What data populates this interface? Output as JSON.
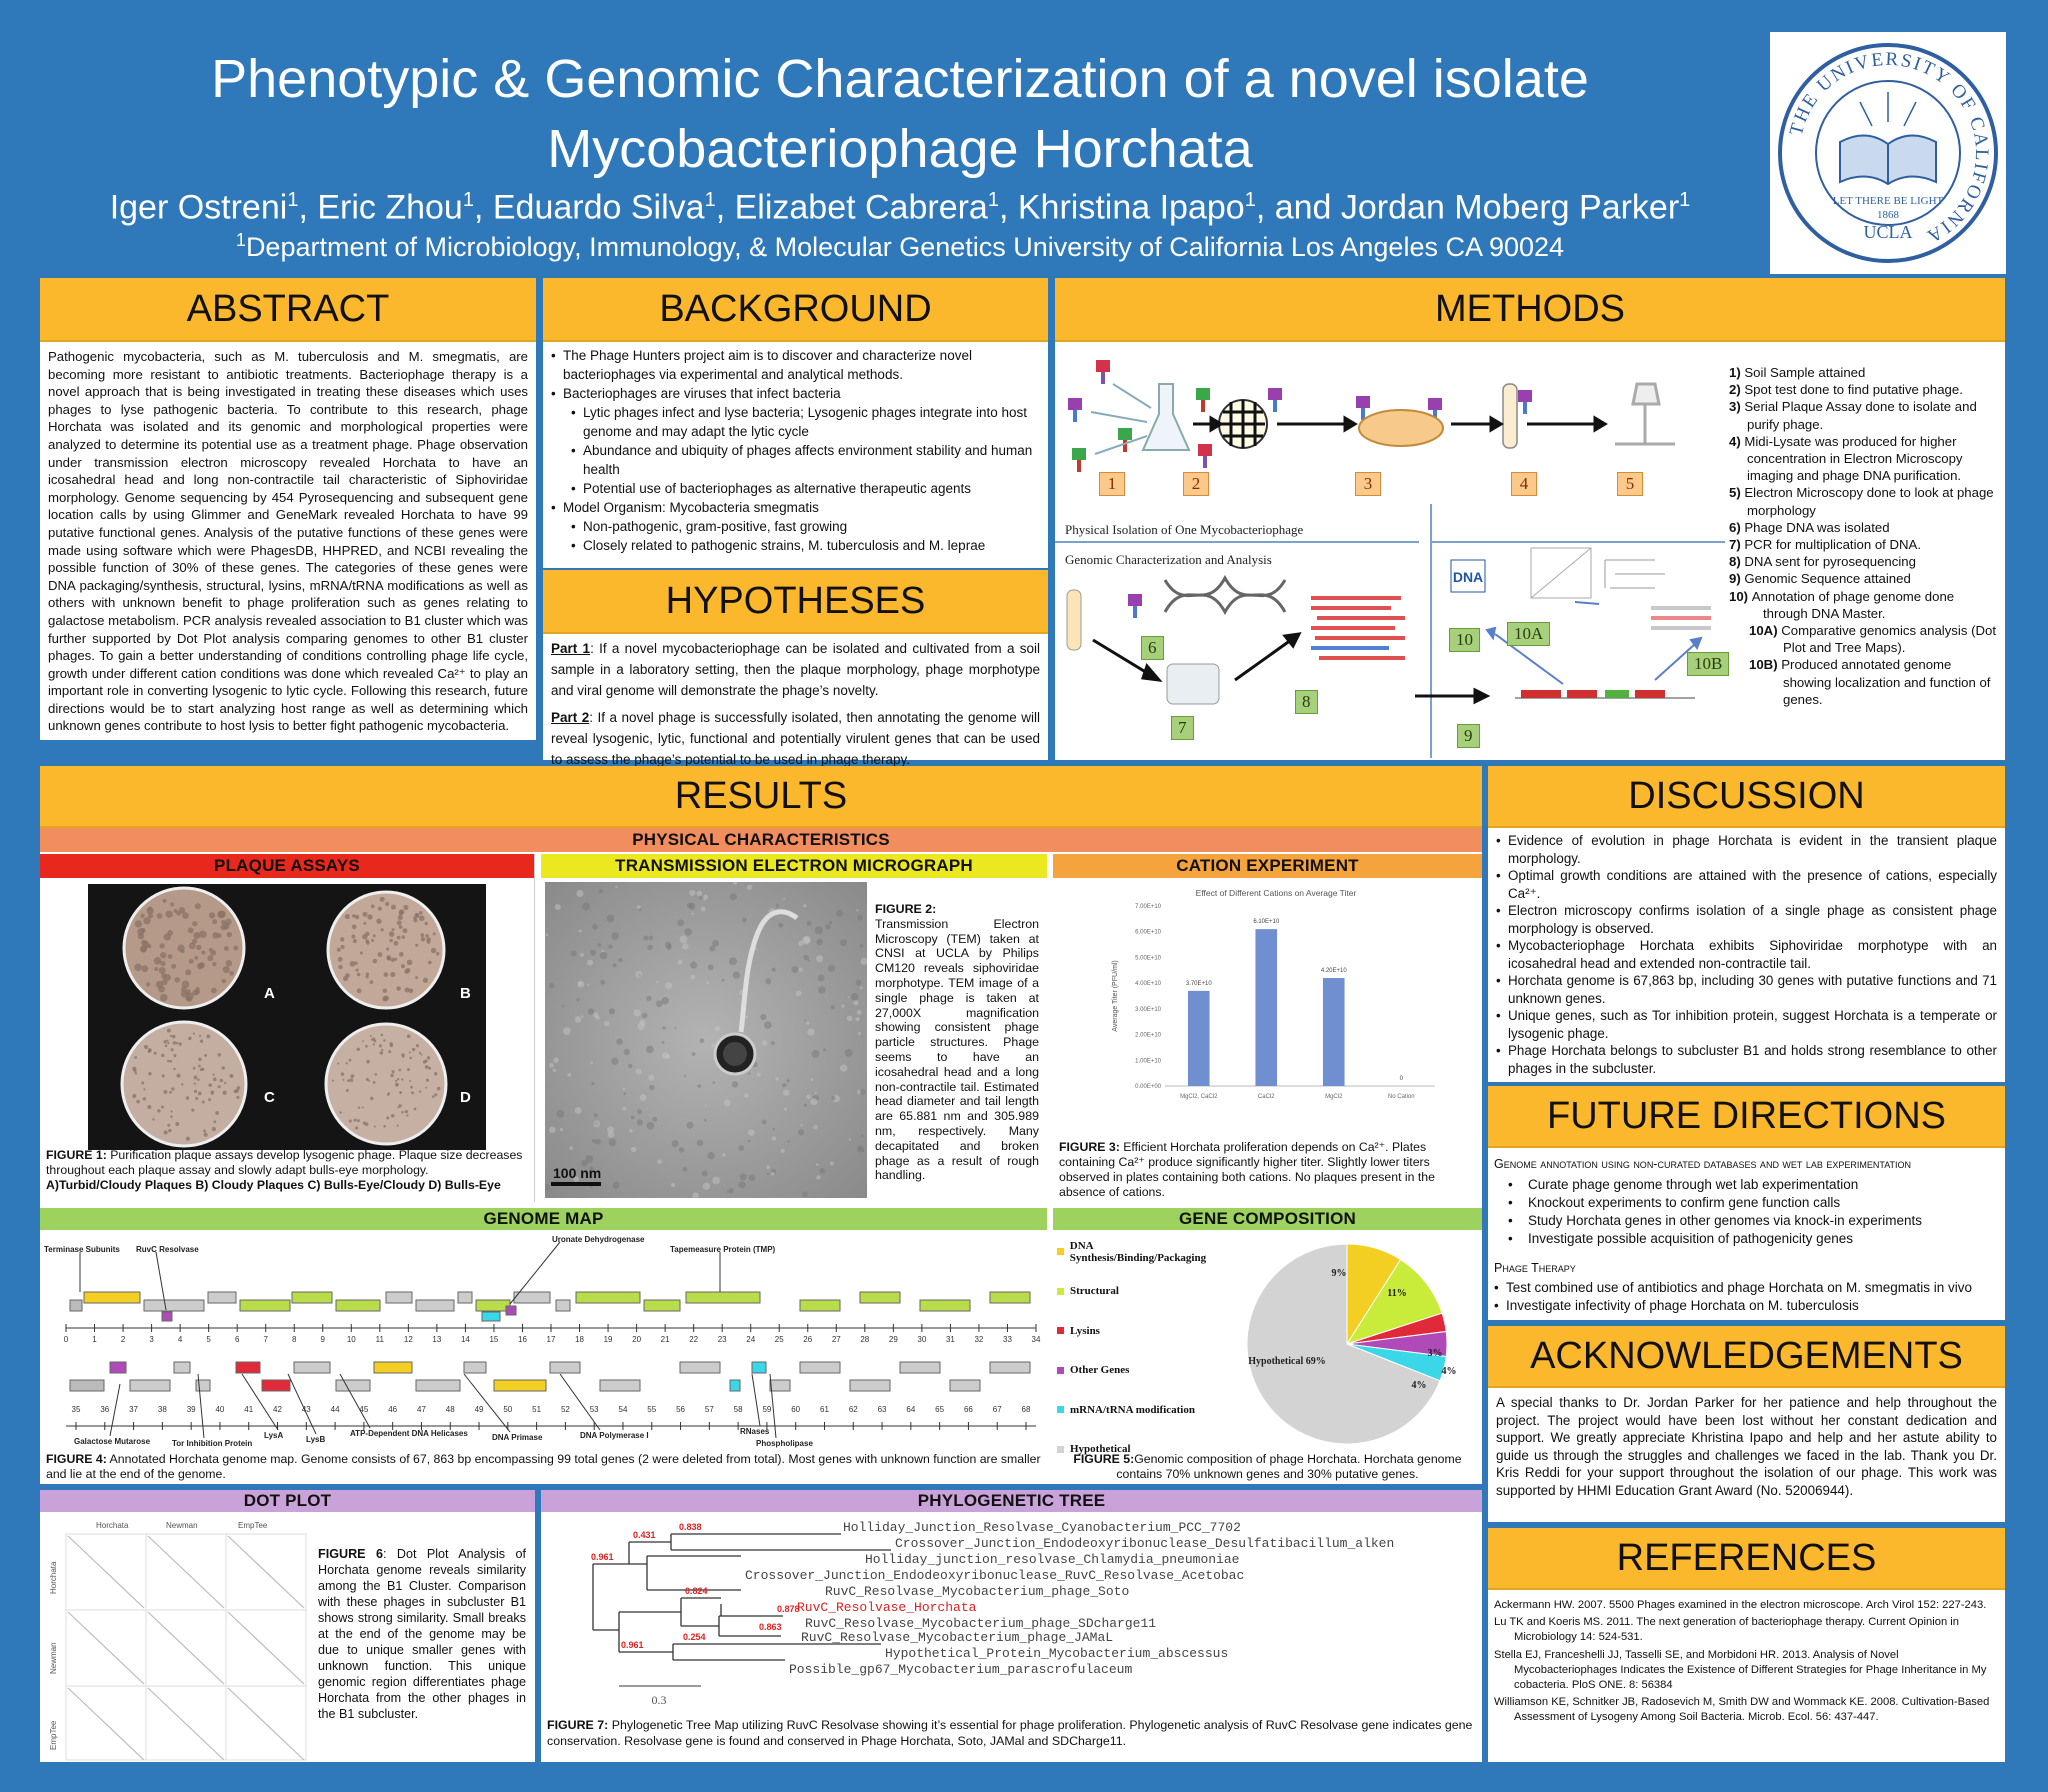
{
  "header": {
    "title_line1": "Phenotypic & Genomic Characterization of a novel isolate",
    "title_line2": "Mycobacteriophage Horchata",
    "authors": [
      {
        "name": "Iger Ostreni",
        "sup": "1",
        "sep": ", "
      },
      {
        "name": "Eric Zhou",
        "sup": "1",
        "sep": ", "
      },
      {
        "name": "Eduardo Silva",
        "sup": "1",
        "sep": ", "
      },
      {
        "name": "Elizabet Cabrera",
        "sup": "1",
        "sep": ", "
      },
      {
        "name": "Khristina Ipapo",
        "sup": "1",
        "sep": ", and "
      },
      {
        "name": "Jordan Moberg Parker",
        "sup": "1",
        "sep": ""
      }
    ],
    "affiliation_sup": "1",
    "affiliation": "Department of Microbiology, Immunology, & Molecular Genetics University of California Los Angeles CA 90024",
    "seal": {
      "ring": "THE UNIVERSITY OF CALIFORNIA",
      "motto": "LET THERE BE LIGHT",
      "year": "1868",
      "campus": "UCLA"
    }
  },
  "abstract": {
    "heading": "ABSTRACT",
    "text": "Pathogenic mycobacteria, such as M. tuberculosis and M. smegmatis, are becoming more resistant to antibiotic treatments. Bacteriophage therapy is a novel approach that is being investigated in treating these diseases which uses phages to lyse pathogenic bacteria. To contribute to this research, phage Horchata was isolated and its genomic and morphological properties were analyzed to determine its potential use as a treatment phage. Phage observation under transmission electron microscopy revealed Horchata to have an icosahedral head and long non-contractile tail characteristic of Siphoviridae morphology. Genome sequencing by 454 Pyrosequencing and subsequent gene location calls by using Glimmer and GeneMark revealed Horchata to have 99 putative functional genes. Analysis of the putative functions of these genes were made using software which were PhagesDB, HHPRED, and NCBI revealing the possible function of 30% of these genes. The categories of these genes were DNA packaging/synthesis, structural, lysins, mRNA/tRNA modifications as well as others with unknown benefit to phage proliferation such as genes relating to galactose metabolism. PCR analysis revealed association to B1 cluster which was further supported by Dot Plot analysis comparing genomes to other B1 cluster phages. To gain a better understanding of conditions controlling phage life cycle, growth under different cation conditions was done which revealed Ca²⁺ to play an important role in converting lysogenic to lytic cycle. Following this research, future directions would be to start analyzing host range as well as determining which unknown genes contribute to host lysis to better fight pathogenic mycobacteria."
  },
  "background": {
    "heading": "BACKGROUND",
    "items": [
      {
        "level": 0,
        "text": "The Phage Hunters project aim is to discover and characterize novel bacteriophages via experimental and analytical methods."
      },
      {
        "level": 0,
        "text": "Bacteriophages are viruses that infect bacteria"
      },
      {
        "level": 1,
        "text": "Lytic phages infect and lyse bacteria; Lysogenic phages integrate into host genome and may adapt the lytic cycle"
      },
      {
        "level": 1,
        "text": "Abundance and ubiquity of phages affects environment stability and human health"
      },
      {
        "level": 1,
        "text": "Potential use of bacteriophages as alternative therapeutic agents"
      },
      {
        "level": 0,
        "text": "Model Organism: Mycobacteria smegmatis"
      },
      {
        "level": 1,
        "text": "Non-pathogenic, gram-positive, fast growing"
      },
      {
        "level": 1,
        "text": "Closely related to pathogenic strains, M. tuberculosis and M. leprae"
      }
    ]
  },
  "hypotheses": {
    "heading": "HYPOTHESES",
    "part1_label": "Part 1",
    "part1": ": If a novel mycobacteriophage can be isolated and cultivated from a soil sample in a laboratory setting, then the plaque morphology, phage morphotype and viral genome will demonstrate the phage’s novelty.",
    "part2_label": "Part 2",
    "part2": ": If a novel phage is successfully isolated, then annotating the genome will reveal lysogenic, lytic, functional and potentially virulent genes that can be used to assess the phage’s potential to be used in phage therapy."
  },
  "methods": {
    "heading": "METHODS",
    "diagram_title1": "Physical Isolation of One Mycobacteriophage",
    "diagram_title2": "Genomic Characterization and Analysis",
    "dna_label": "DNA",
    "step_boxes": [
      "1",
      "2",
      "3",
      "4",
      "5",
      "6",
      "7",
      "8",
      "9",
      "10",
      "10A",
      "10B"
    ],
    "steps": [
      {
        "n": "1)",
        "t": "Soil Sample attained"
      },
      {
        "n": "2)",
        "t": "Spot test done to find putative phage."
      },
      {
        "n": "3)",
        "t": "Serial Plaque Assay done to isolate and purify phage."
      },
      {
        "n": "4)",
        "t": "Midi-Lysate was produced for higher concentration in Electron Microscopy imaging and phage DNA purification."
      },
      {
        "n": "5)",
        "t": "Electron Microscopy done to look at phage morphology"
      },
      {
        "n": "6)",
        "t": "Phage DNA was isolated"
      },
      {
        "n": "7)",
        "t": "PCR for multiplication of DNA."
      },
      {
        "n": "8)",
        "t": "DNA sent for pyrosequencing"
      },
      {
        "n": "9)",
        "t": "Genomic Sequence attained"
      },
      {
        "n": "10)",
        "t": "Annotation of phage genome done through DNA Master."
      },
      {
        "n": "10A)",
        "t": "Comparative genomics analysis (Dot Plot and Tree Maps)."
      },
      {
        "n": "10B)",
        "t": "Produced annotated genome showing localization and function of genes."
      }
    ]
  },
  "results": {
    "heading": "RESULTS",
    "physical": "PHYSICAL CHARACTERISTICS",
    "plaque_heading": "PLAQUE ASSAYS",
    "plaque_labels": [
      "A",
      "B",
      "C",
      "D"
    ],
    "plaque_caption_label": "FIGURE 1:",
    "plaque_caption": " Purification plaque assays develop lysogenic phage. Plaque size decreases throughout each plaque assay and slowly adapt bulls-eye morphology.",
    "plaque_caption2": "A)Turbid/Cloudy Plaques B) Cloudy Plaques C) Bulls-Eye/Cloudy D) Bulls-Eye",
    "tem_heading": "TRANSMISSION ELECTRON MICROGRAPH",
    "tem_scale": "100 nm",
    "tem_caption_label": "FIGURE 2:",
    "tem_caption": "Transmission Electron Microscopy (TEM) taken at CNSI at UCLA by Philips CM120 reveals siphoviridae morphotype. TEM image of a single phage is taken at 27,000X magnification showing consistent phage particle structures. Phage seems to have an icosahedral head and a long non-contractile tail. Estimated head diameter and tail length are 65.881 nm and 305.989 nm, respectively. Many decapitated and broken phage as a result of rough handling.",
    "cation_heading": "CATION EXPERIMENT",
    "cation_caption_label": "FIGURE 3:",
    "cation_caption": " Efficient Horchata proliferation depends on Ca²⁺. Plates containing Ca²⁺ produce significantly higher titer. Slightly lower titers observed in plates containing both cations. No plaques present in the absence of cations.",
    "genome_heading": "GENOME MAP",
    "genome_caption_label": "FIGURE 4:",
    "genome_caption": " Annotated Horchata genome map. Genome consists of 67, 863 bp encompassing 99 total genes (2 were deleted from total). Most genes with unknown function are smaller and lie at the end of the genome.",
    "genome_labels_top": [
      "Terminase Subunits",
      "RuvC Resolvase",
      "Uronate Dehydrogenase",
      "Tapemeasure Protein (TMP)"
    ],
    "genome_labels_bottom": [
      "Galactose Mutarose",
      "Tor Inhibition Protein",
      "LysA",
      "LysB",
      "ATP-Dependent DNA Helicases",
      "DNA Primase",
      "DNA Polymerase I",
      "RNases",
      "Phospholipase"
    ],
    "ruler1": [
      "0",
      "1",
      "2",
      "3",
      "4",
      "5",
      "6",
      "7",
      "8",
      "9",
      "10",
      "11",
      "12",
      "13",
      "14",
      "15",
      "16",
      "17",
      "18",
      "19",
      "20",
      "21",
      "22",
      "23",
      "24",
      "25",
      "26",
      "27",
      "28",
      "29",
      "30",
      "31",
      "32",
      "33",
      "34"
    ],
    "ruler2": [
      "35",
      "36",
      "37",
      "38",
      "39",
      "40",
      "41",
      "42",
      "43",
      "44",
      "45",
      "46",
      "47",
      "48",
      "49",
      "50",
      "51",
      "52",
      "53",
      "54",
      "55",
      "56",
      "57",
      "58",
      "59",
      "60",
      "61",
      "62",
      "63",
      "64",
      "65",
      "66",
      "67",
      "68"
    ],
    "composition_heading": "GENE COMPOSITION",
    "composition_caption_label": "FIGURE 5:",
    "composition_caption": "Genomic composition of phage Horchata. Horchata genome contains 70% unknown genes and 30% putative genes.",
    "dot_heading": "DOT PLOT",
    "dot_caption_label": "FIGURE 6",
    "dot_caption": ": Dot Plot Analysis of Horchata genome reveals similarity among the B1 Cluster. Comparison with these phages in subcluster B1 shows strong similarity. Small breaks at the end of the genome may be due to unique smaller genes with unknown function. This unique genomic region differentiates phage Horchata from the other phages in the B1 subcluster.",
    "dot_axes": [
      "Horchata",
      "Newman",
      "EmpTee"
    ],
    "tree_heading": "PHYLOGENETIC TREE",
    "tree_caption_label": "FIGURE 7:",
    "tree_caption": " Phylogenetic Tree Map utilizing RuvC Resolvase showing it’s essential for phage proliferation. Phylogenetic analysis of RuvC Resolvase gene indicates gene conservation. Resolvase gene is found and conserved in Phage Horchata, Soto, JAMal and SDCharge11.",
    "tree_leaves": [
      "Holliday_Junction_Resolvase_Cyanobacterium_PCC_7702",
      "Crossover_Junction_Endodeoxyribonuclease_Desulfatibacillum_alken",
      "Holliday_junction_resolvase_Chlamydia_pneumoniae",
      "Crossover_Junction_Endodeoxyribonuclease_RuvC_Resolvase_Acetobac",
      "RuvC_Resolvase_Mycobacterium_phage_Soto",
      "RuvC_Resolvase_Horchata",
      "RuvC_Resolvase_Mycobacterium_phage_SDcharge11",
      "RuvC_Resolvase_Mycobacterium_phage_JAMaL",
      "Hypothetical_Protein_Mycobacterium_abscessus",
      "Possible_gp67_Mycobacterium_parascrofulaceum"
    ],
    "tree_support": [
      "0.838",
      "0.431",
      "0.961",
      "0.824",
      "0.878",
      "0.863",
      "0.961",
      "0.254"
    ],
    "tree_scale": "0.3"
  },
  "chart_data": [
    {
      "type": "bar",
      "title": "Effect of Different Cations on Average Titer",
      "ylabel": "Average Titer (PFU/ml)",
      "categories": [
        "MgCl2, CaCl2",
        "CaCl2",
        "MgCl2",
        "No Cation"
      ],
      "values": [
        3700000000,
        6100000000,
        4200000000,
        0
      ],
      "data_labels": [
        "3.70E+10",
        "6.10E+10",
        "4.20E+10",
        "0"
      ],
      "yticks": [
        "0.00E+00",
        "1.00E+10",
        "2.00E+10",
        "3.00E+10",
        "4.00E+10",
        "5.00E+10",
        "6.00E+10",
        "7.00E+10"
      ],
      "ylim": [
        0,
        7000000000
      ],
      "color": "#6f8fd1"
    },
    {
      "type": "pie",
      "title": "",
      "categories": [
        "DNA Synthesis/Binding/Packaging",
        "Structural",
        "Lysins",
        "Other Genes",
        "mRNA/tRNA modification",
        "Hypothetical"
      ],
      "values": [
        9,
        11,
        3,
        4,
        4,
        69
      ],
      "labels": [
        "9%",
        "11%",
        "3%",
        "4%",
        "4%",
        "Hypothetical 69%"
      ],
      "colors": [
        "#f2cf22",
        "#c9ec3a",
        "#e02a3a",
        "#b04ab8",
        "#3ad7e8",
        "#d3d3d3"
      ]
    }
  ],
  "discussion": {
    "heading": "DISCUSSION",
    "items": [
      "Evidence of evolution in phage Horchata is evident in the transient plaque morphology.",
      "Optimal growth conditions are attained with the presence of cations, especially Ca²⁺.",
      "Electron microscopy confirms isolation of a single phage as consistent phage morphology is observed.",
      "Mycobacteriophage Horchata exhibits Siphoviridae morphotype with an icosahedral head and extended non-contractile tail.",
      "Horchata genome is 67,863 bp, including 30 genes with putative functions and 71 unknown genes.",
      "Unique genes, such as Tor inhibition protein, suggest Horchata is a temperate or lysogenic phage.",
      "Phage Horchata belongs to subcluster B1 and holds strong resemblance to other phages in the subcluster."
    ]
  },
  "future": {
    "heading": "FUTURE DIRECTIONS",
    "sub1": "Genome annotation using non-curated databases and wet lab experimentation",
    "list1": [
      "Curate phage genome through wet lab experimentation",
      "Knockout experiments to confirm gene function calls",
      "Study Horchata genes in other genomes via knock-in experiments",
      "Investigate possible acquisition of pathogenicity genes"
    ],
    "sub2": "Phage Therapy",
    "list2": [
      "Test combined use of antibiotics and phage Horchata on M. smegmatis in vivo",
      "Investigate infectivity of phage Horchata on M. tuberculosis"
    ]
  },
  "ack": {
    "heading": "ACKNOWLEDGEMENTS",
    "text": "A special thanks to Dr. Jordan Parker for her patience and help throughout the project. The project would have been lost without her constant dedication and support. We greatly appreciate Khristina Ipapo and help and her astute ability to guide us through the struggles and challenges we faced in the lab. Thank you Dr. Kris Reddi for your support throughout the isolation of our phage. This work was supported by HHMI Education Grant Award (No. 52006944)."
  },
  "refs": {
    "heading": "REFERENCES",
    "items": [
      "Ackermann HW. 2007. 5500 Phages examined in the electron microscope. Arch Virol 152: 227-243.",
      "Lu TK and Koeris MS. 2011. The next generation of bacteriophage therapy. Current Opinion in Microbiology 14: 524-531.",
      "Stella EJ, Franceshelli JJ, Tasselli SE, and Morbidoni HR. 2013. Analysis of Novel Mycobacteriophages Indicates the Existence of Different Strategies for Phage Inheritance in My cobacteria. PloS ONE. 8: 56384",
      "Williamson KE, Schnitker JB, Radosevich M, Smith DW and Wommack KE. 2008. Cultivation-Based Assessment of Lysogeny Among Soil Bacteria. Microb. Ecol. 56: 437-447."
    ]
  }
}
